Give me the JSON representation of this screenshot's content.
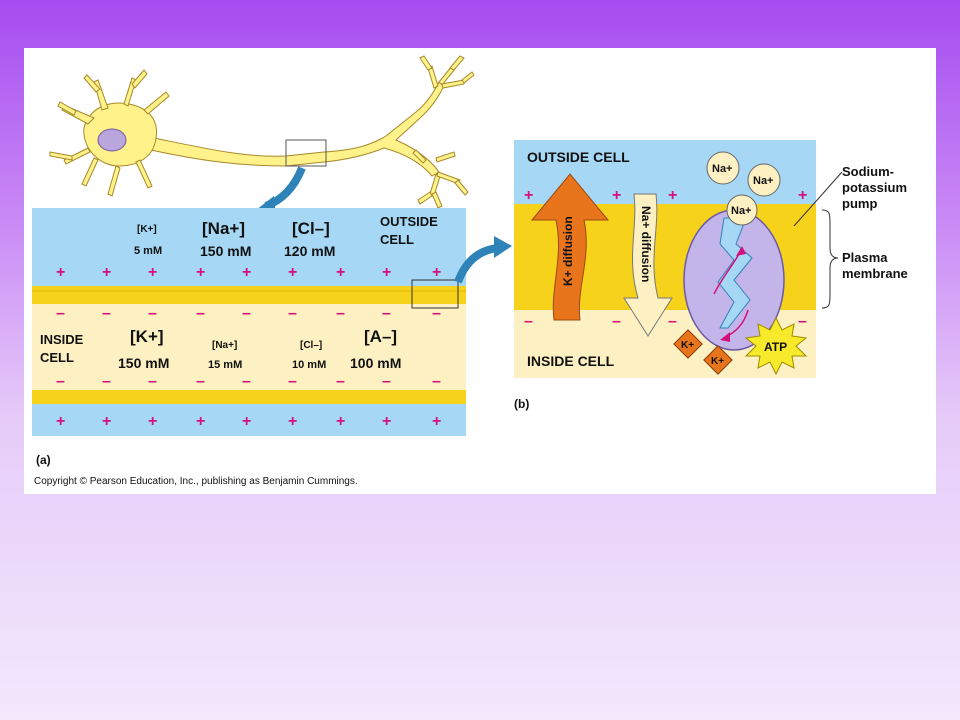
{
  "colors": {
    "outside": "#a6d7f4",
    "inside": "#fdf1c3",
    "membrane": "#f7d21b",
    "charge": "#d4117a",
    "neuron": "#fff28a",
    "nucleus": "#b8a6dc",
    "arrow_k": "#e8741c",
    "arrow_na": "#fdf1c3",
    "pump": "#c3b5ea",
    "atp": "#f7ea2a",
    "callout": "#2f83b8"
  },
  "panel_a": {
    "label": "(a)",
    "outside_label": [
      "OUTSIDE",
      "CELL"
    ],
    "inside_label": [
      "INSIDE",
      "CELL"
    ],
    "outside_ions": [
      {
        "ion": "[K+]",
        "conc": "5 mM"
      },
      {
        "ion": "[Na+]",
        "conc": "150 mM"
      },
      {
        "ion": "[Cl–]",
        "conc": "120 mM"
      }
    ],
    "inside_ions": [
      {
        "ion": "[K+]",
        "conc": "150 mM"
      },
      {
        "ion": "[Na+]",
        "conc": "15 mM"
      },
      {
        "ion": "[Cl–]",
        "conc": "10 mM"
      },
      {
        "ion": "[A–]",
        "conc": "100 mM"
      }
    ]
  },
  "panel_b": {
    "label": "(b)",
    "outside_label": "OUTSIDE CELL",
    "inside_label": "INSIDE CELL",
    "k_diffusion": "K+ diffusion",
    "na_diffusion": "Na+ diffusion",
    "na_ion": "Na+",
    "k_ion": "K+",
    "atp": "ATP",
    "pump_label": [
      "Sodium-",
      "potassium",
      "pump"
    ],
    "membrane_label": [
      "Plasma",
      "membrane"
    ]
  },
  "copyright": "Copyright © Pearson Education, Inc., publishing as Benjamin Cummings."
}
